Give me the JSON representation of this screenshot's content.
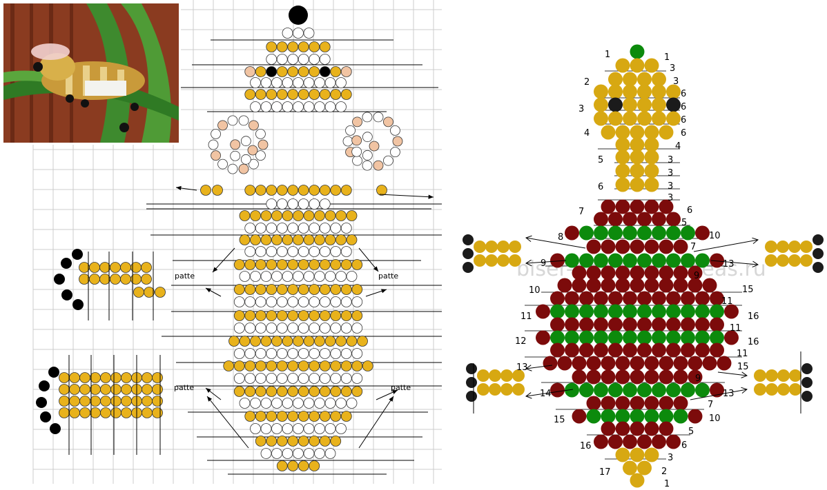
{
  "left_pattern": {
    "leg_label": "patte",
    "colors": {
      "gold": "#e8b21c",
      "skin": "#f1c4a3",
      "black": "#000000",
      "white": "#ffffff",
      "grid": "#cccccc"
    }
  },
  "right_pattern": {
    "watermark": "biser-beadwork-ideas.ru",
    "colors": {
      "gold": "#d7a812",
      "red": "#7c0b0b",
      "green": "#0c8a0c",
      "black": "#1b1b1b"
    },
    "left_numbers": [
      "1",
      "2",
      "3",
      "4",
      "5",
      "6",
      "7",
      "8",
      "9",
      "10",
      "11",
      "12",
      "13",
      "14",
      "15",
      "16",
      "17"
    ],
    "right_numbers": [
      "1",
      "3",
      "3",
      "6",
      "6",
      "6",
      "6",
      "4",
      "3",
      "3",
      "3",
      "3",
      "6",
      "5",
      "10",
      "7",
      "13",
      "9",
      "15",
      "11",
      "16",
      "11",
      "16",
      "11",
      "15",
      "9",
      "13",
      "7",
      "10",
      "5",
      "6",
      "3",
      "2",
      "1"
    ]
  },
  "photo": {
    "icon": "beaded-bee-photo"
  }
}
